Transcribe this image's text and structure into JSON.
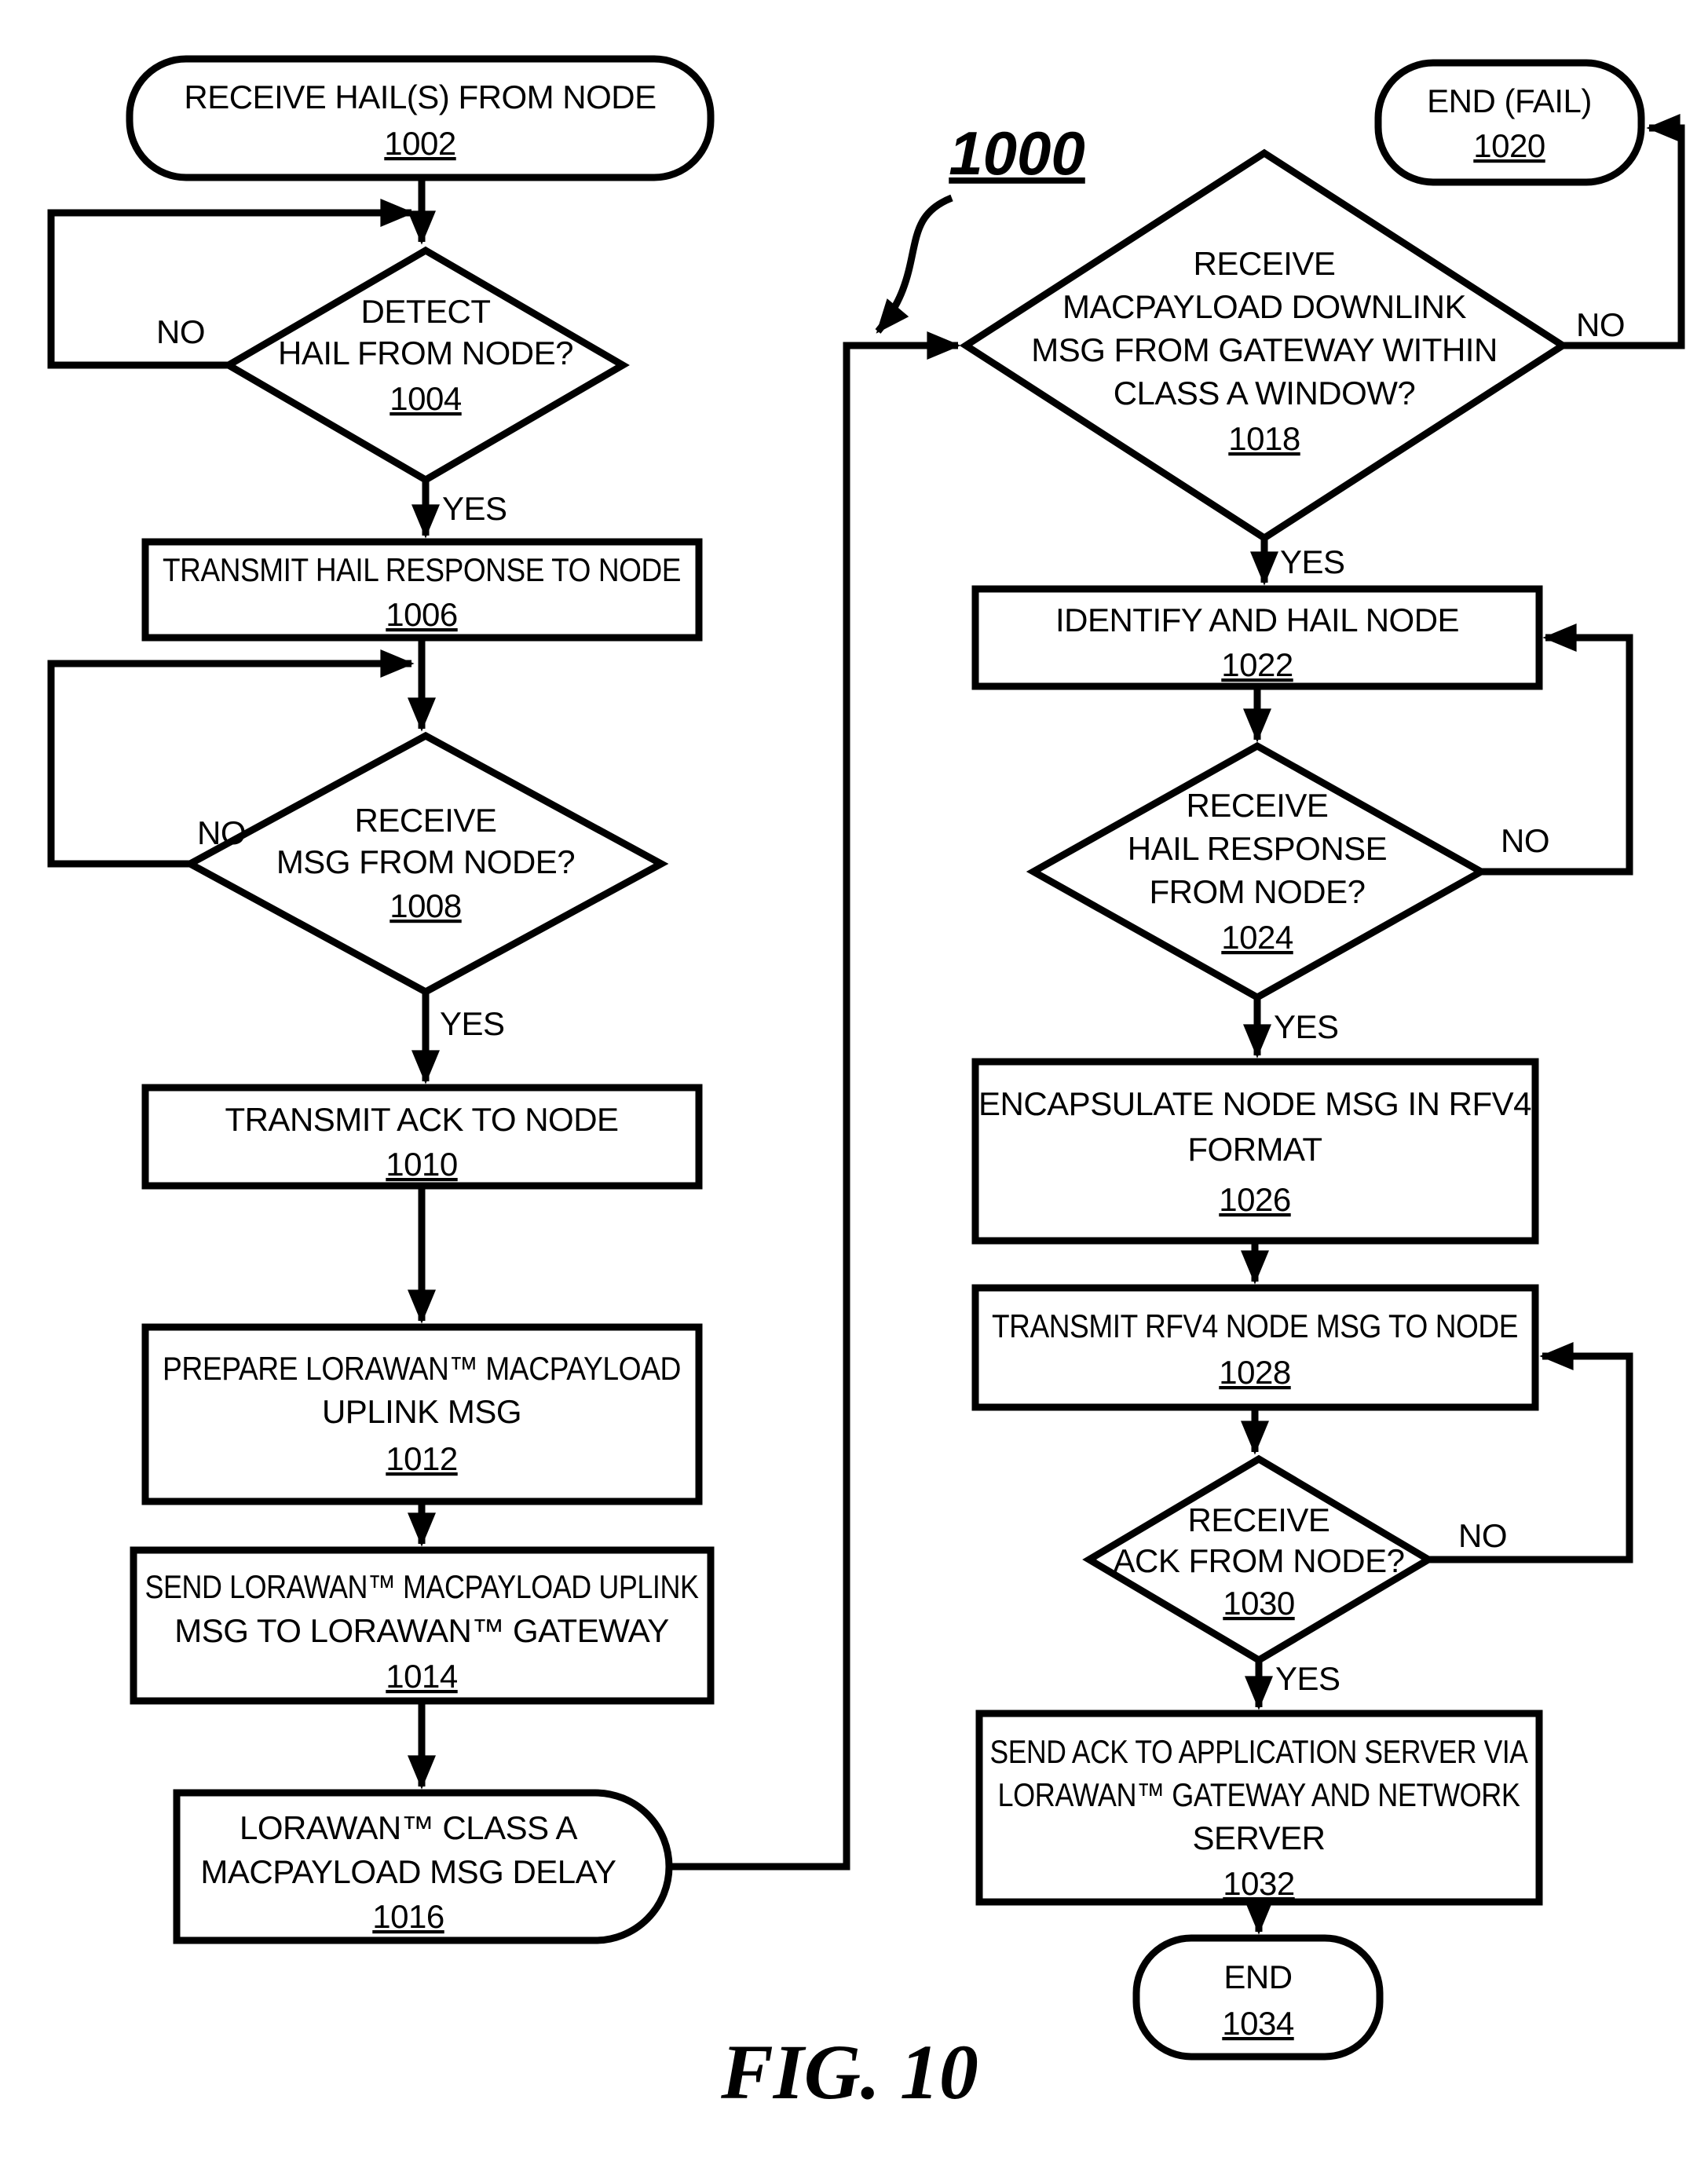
{
  "figure": {
    "diagram_ref": "1000",
    "caption": "FIG. 10"
  },
  "colors": {
    "ink": "#000000",
    "background": "#ffffff"
  },
  "nodes": {
    "n1002": {
      "type": "terminal",
      "lines": [
        "RECEIVE HAIL(S) FROM NODE"
      ],
      "ref": "1002"
    },
    "n1004": {
      "type": "decision",
      "lines": [
        "DETECT",
        "HAIL FROM NODE?"
      ],
      "ref": "1004",
      "yes_label": "YES",
      "no_label": "NO"
    },
    "n1006": {
      "type": "process",
      "lines": [
        "TRANSMIT HAIL RESPONSE TO NODE"
      ],
      "ref": "1006"
    },
    "n1008": {
      "type": "decision",
      "lines": [
        "RECEIVE",
        "MSG FROM NODE?"
      ],
      "ref": "1008",
      "yes_label": "YES",
      "no_label": "NO"
    },
    "n1010": {
      "type": "process",
      "lines": [
        "TRANSMIT ACK TO NODE"
      ],
      "ref": "1010"
    },
    "n1012": {
      "type": "process",
      "lines": [
        "PREPARE LORAWAN™ MACPAYLOAD",
        "UPLINK MSG"
      ],
      "ref": "1012"
    },
    "n1014": {
      "type": "process",
      "lines": [
        "SEND LORAWAN™ MACPAYLOAD UPLINK",
        "MSG TO LORAWAN™ GATEWAY"
      ],
      "ref": "1014"
    },
    "n1016": {
      "type": "delay",
      "lines": [
        "LORAWAN™ CLASS A",
        "MACPAYLOAD MSG DELAY"
      ],
      "ref": "1016"
    },
    "n1018": {
      "type": "decision",
      "lines": [
        "RECEIVE",
        "MACPAYLOAD DOWNLINK",
        "MSG FROM GATEWAY WITHIN",
        "CLASS A WINDOW?"
      ],
      "ref": "1018",
      "yes_label": "YES",
      "no_label": "NO"
    },
    "n1020": {
      "type": "terminal",
      "lines": [
        "END (FAIL)"
      ],
      "ref": "1020"
    },
    "n1022": {
      "type": "process",
      "lines": [
        "IDENTIFY AND HAIL NODE"
      ],
      "ref": "1022",
      "no_label": "NO"
    },
    "n1024": {
      "type": "decision",
      "lines": [
        "RECEIVE",
        "HAIL RESPONSE",
        "FROM NODE?"
      ],
      "ref": "1024",
      "yes_label": "YES",
      "no_label": "NO"
    },
    "n1026": {
      "type": "process",
      "lines": [
        "ENCAPSULATE NODE MSG IN RFV4",
        "FORMAT"
      ],
      "ref": "1026"
    },
    "n1028": {
      "type": "process",
      "lines": [
        "TRANSMIT RFV4 NODE MSG TO NODE"
      ],
      "ref": "1028"
    },
    "n1030": {
      "type": "decision",
      "lines": [
        "RECEIVE",
        "ACK FROM NODE?"
      ],
      "ref": "1030",
      "yes_label": "YES",
      "no_label": "NO"
    },
    "n1032": {
      "type": "process",
      "lines": [
        "SEND ACK TO APPLICATION SERVER VIA",
        "LORAWAN™ GATEWAY AND NETWORK",
        "SERVER"
      ],
      "ref": "1032"
    },
    "n1034": {
      "type": "terminal",
      "lines": [
        "END"
      ],
      "ref": "1034"
    }
  }
}
